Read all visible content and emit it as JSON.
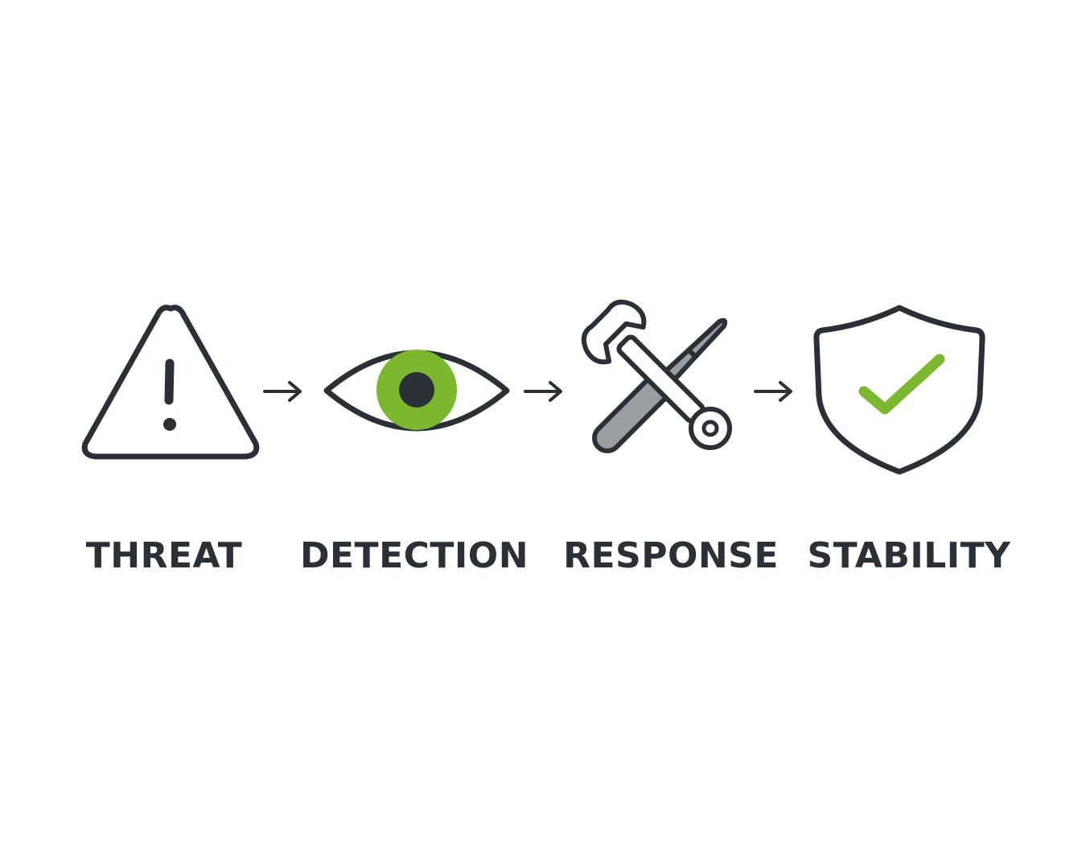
{
  "colors": {
    "ink": "#2b3036",
    "accent": "#7cb82f",
    "tool_fill": "#9a9ea3",
    "background": "#ffffff"
  },
  "flow": {
    "steps": [
      {
        "label": "THREAT",
        "icon": "warning-triangle-icon"
      },
      {
        "label": "DETECTION",
        "icon": "eye-icon"
      },
      {
        "label": "RESPONSE",
        "icon": "wrench-screwdriver-icon"
      },
      {
        "label": "STABILITY",
        "icon": "shield-check-icon"
      }
    ],
    "connector_icon": "arrow-right-icon"
  }
}
